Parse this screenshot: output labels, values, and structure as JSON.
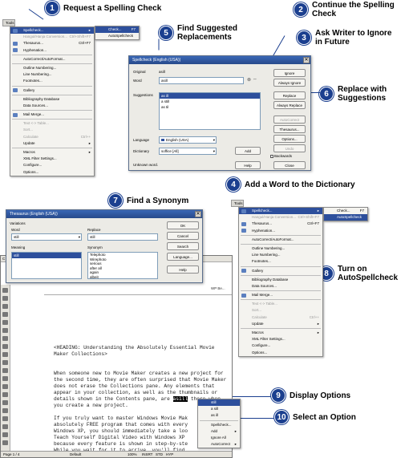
{
  "callouts": [
    {
      "num": "1",
      "text": "Request a Spelling Check"
    },
    {
      "num": "2",
      "text": "Continue the Spelling Check"
    },
    {
      "num": "3",
      "text": "Ask Writer to Ignore in Future"
    },
    {
      "num": "4",
      "text": "Add a Word to the Dictionary"
    },
    {
      "num": "5",
      "text": "Find Suggested Replacements"
    },
    {
      "num": "6",
      "text": "Replace with Suggestions"
    },
    {
      "num": "7",
      "text": "Find a Synonym"
    },
    {
      "num": "8",
      "text": "Turn on AutoSpellcheck"
    },
    {
      "num": "9",
      "text": "Display Options"
    },
    {
      "num": "10",
      "text": "Select an Option"
    }
  ],
  "tools_menu": {
    "title": "Tools",
    "items": [
      {
        "label": "Spellcheck...",
        "shortcut": "▸",
        "state": "selected",
        "icon": "spellcheck-icon"
      },
      {
        "label": "Hangul/Hanja Conversion...",
        "shortcut": "Ctrl+Shift+F7",
        "state": "disabled"
      },
      {
        "label": "Thesaurus...",
        "shortcut": "Ctrl+F7",
        "state": "normal",
        "icon": "thesaurus-icon"
      },
      {
        "label": "Hyphenation...",
        "shortcut": "",
        "state": "normal",
        "icon": "hyphenation-icon"
      },
      {
        "sep": true
      },
      {
        "label": "AutoCorrect/AutoFormat...",
        "shortcut": "",
        "state": "normal"
      },
      {
        "sep": true
      },
      {
        "label": "Outline Numbering...",
        "shortcut": "",
        "state": "normal"
      },
      {
        "label": "Line Numbering...",
        "shortcut": "",
        "state": "normal"
      },
      {
        "label": "Footnotes...",
        "shortcut": "",
        "state": "normal"
      },
      {
        "sep": true
      },
      {
        "label": "Gallery",
        "shortcut": "",
        "state": "normal",
        "icon": "gallery-icon"
      },
      {
        "sep": true
      },
      {
        "label": "Bibliography Database",
        "shortcut": "",
        "state": "normal"
      },
      {
        "label": "Data Sources...",
        "shortcut": "",
        "state": "normal"
      },
      {
        "sep": true
      },
      {
        "label": "Mail Merge...",
        "shortcut": "",
        "state": "normal",
        "icon": "mail-merge-icon"
      },
      {
        "sep": true
      },
      {
        "label": "Text <-> Table...",
        "shortcut": "",
        "state": "disabled"
      },
      {
        "label": "Sort...",
        "shortcut": "",
        "state": "disabled"
      },
      {
        "label": "Calculate",
        "shortcut": "Ctrl++",
        "state": "disabled"
      },
      {
        "label": "Update",
        "shortcut": "▸",
        "state": "normal"
      },
      {
        "sep": true
      },
      {
        "label": "Macros",
        "shortcut": "▸",
        "state": "normal"
      },
      {
        "label": "XML Filter Settings...",
        "shortcut": "",
        "state": "normal"
      },
      {
        "label": "Configure...",
        "shortcut": "",
        "state": "normal"
      },
      {
        "label": "Options...",
        "shortcut": "",
        "state": "normal"
      }
    ],
    "submenu": [
      {
        "label": "Check...",
        "shortcut": "F7",
        "state": "selected"
      },
      {
        "label": "AutoSpellcheck",
        "shortcut": "",
        "state": "normal"
      }
    ]
  },
  "tools_menu_2": {
    "title": "Tools",
    "submenu": [
      {
        "label": "Check...",
        "shortcut": "F7",
        "state": "normal"
      },
      {
        "label": "AutoSpellcheck",
        "shortcut": "",
        "state": "selected"
      }
    ]
  },
  "spellcheck": {
    "title": "Spellcheck (English (USA))",
    "original_label": "Original",
    "original_value": "asill",
    "word_label": "Word",
    "word_value": "asill",
    "suggestions_label": "Suggestions",
    "suggestions": [
      "as ill",
      "a still",
      "as til"
    ],
    "language_label": "Language",
    "language_value": "English (USA)",
    "dictionary_label": "Dictionary",
    "dictionary_value": "soffice [All]",
    "status": "Unknown word.",
    "backwards_label": "Backwards",
    "buttons": {
      "ignore": "Ignore",
      "always_ignore": "Always Ignore",
      "replace": "Replace",
      "always_replace": "Always Replace",
      "autocorrect": "AutoCorrect",
      "thesaurus": "Thesaurus...",
      "options": "Options...",
      "undo": "Undo",
      "add": "Add",
      "help": "Help",
      "close": "Close"
    }
  },
  "thesaurus": {
    "title": "Thesaurus (English (USA))",
    "variations_label": "Variations",
    "word_label": "Word",
    "word_value": "still",
    "replace_label": "Replace",
    "replace_value": "still",
    "meaning_label": "Meaning",
    "meaning_value": "still",
    "synonym_label": "Synonym",
    "synonyms": [
      "Telephoto",
      "Wirephoto",
      "serious",
      "after all",
      "again",
      "albeit"
    ],
    "buttons": {
      "ok": "OK",
      "cancel": "Cancel",
      "search": "Search",
      "language": "Language...",
      "help": "Help"
    }
  },
  "editor": {
    "lines": [
      "<HEADING: Understanding the Absolutely Essential Movie",
      "Maker Collections>",
      "",
      "",
      "When someone new to Movie Maker creates a new project for",
      "the second time, they are often surprised that Movie Maker",
      "does not erase the Collections pane. Any elements that",
      "appear in your collection, as well as the thumbnails or",
      "details shown in the Contents pane, are "
    ],
    "highlight": "asill",
    "line_end": " there when",
    "tail_lines": [
      "you create a new project.",
      "",
      "If you truly want to master Windows Movie Mak",
      "absolutely FREE program that comes with every",
      "Windows XP, you should immediately take a loo",
      "Teach Yourself Digital Video with Windows XP",
      "because every feature is shown in step-by-ste",
      "While you wait for it to arrive, you'll find"
    ],
    "status_page": "Page 1 / 4",
    "status_style": "Default",
    "status_zoom": "100%",
    "status_insrt": "INSRT",
    "status_std": "STD",
    "status_hyp": "HYP",
    "toolbar_labels": [
      "C D",
      "FT"
    ],
    "wp_label": "WP Be..."
  },
  "context_menu": {
    "items": [
      {
        "label": "still",
        "state": "selected",
        "arrow": ""
      },
      {
        "label": "a sill",
        "state": "normal",
        "arrow": ""
      },
      {
        "label": "as ill",
        "state": "normal",
        "arrow": ""
      },
      {
        "sep": true
      },
      {
        "label": "Spellcheck...",
        "state": "normal",
        "arrow": ""
      },
      {
        "label": "Add",
        "state": "normal",
        "arrow": "▸"
      },
      {
        "label": "Ignore All",
        "state": "normal",
        "arrow": ""
      },
      {
        "label": "AutoCorrect",
        "state": "normal",
        "arrow": "▸"
      }
    ]
  },
  "colors": {
    "accent": "#1b3f8f",
    "selection": "#2d4f9c",
    "title_bar": "#3a67b6",
    "dialog_bg": "#ecebe6"
  }
}
